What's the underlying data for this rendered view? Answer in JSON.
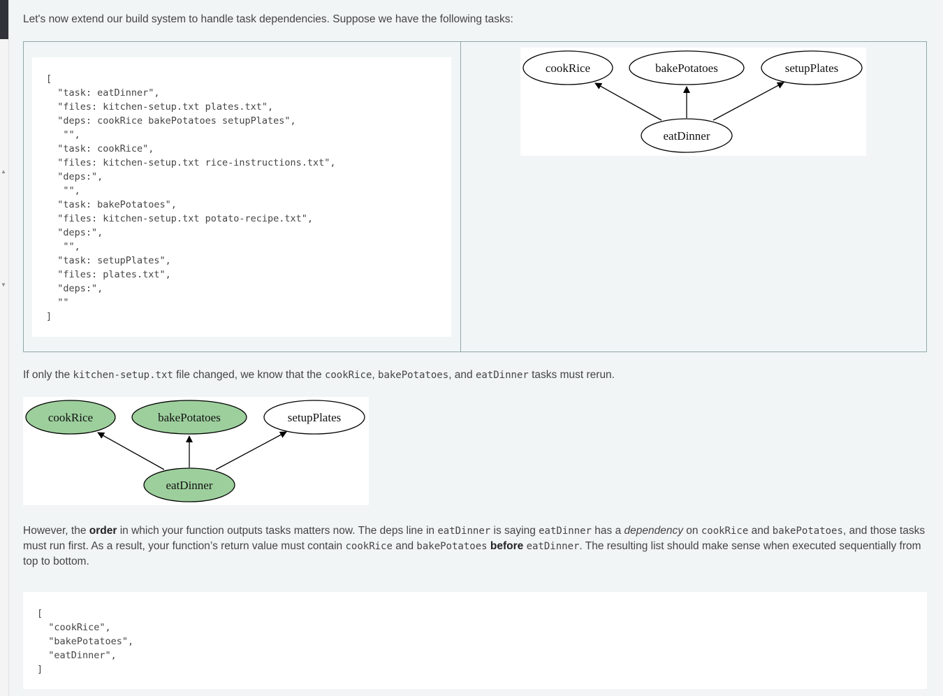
{
  "intro": "Let's now extend our build system to handle task dependencies. Suppose we have the following tasks:",
  "tasks_code": "[\n  \"task: eatDinner\",\n  \"files: kitchen-setup.txt plates.txt\",\n  \"deps: cookRice bakePotatoes setupPlates\",\n   \"\",\n  \"task: cookRice\",\n  \"files: kitchen-setup.txt rice-instructions.txt\",\n  \"deps:\",\n   \"\",\n  \"task: bakePotatoes\",\n  \"files: kitchen-setup.txt potato-recipe.txt\",\n  \"deps:\",\n   \"\",\n  \"task: setupPlates\",\n  \"files: plates.txt\",\n  \"deps:\",\n  \"\"\n]",
  "graph": {
    "nodes": {
      "cookRice": "cookRice",
      "bakePotatoes": "bakePotatoes",
      "setupPlates": "setupPlates",
      "eatDinner": "eatDinner"
    },
    "highlight_color": "#9dcf9d",
    "default_fill": "#ffffff"
  },
  "rerun_paragraph": {
    "part1": "If only the ",
    "file": "kitchen-setup.txt",
    "part2": " file changed, we know that the ",
    "t1": "cookRice",
    "sep1": ", ",
    "t2": "bakePotatoes",
    "sep2": ", and ",
    "t3": "eatDinner",
    "part3": " tasks must rerun."
  },
  "order_paragraph": {
    "s1": "However, the ",
    "order": "order",
    "s2": " in which your function outputs tasks matters now. The deps line in ",
    "c1": "eatDinner",
    "s3": " is saying ",
    "c2": "eatDinner",
    "s4": " has a ",
    "dependency": "dependency",
    "s5": " on ",
    "c3": "cookRice",
    "s6": " and ",
    "c4": "bakePotatoes",
    "s7": ", and those tasks must run first. As a result, your function’s return value must contain ",
    "c5": "cookRice",
    "s8": " and ",
    "c6": "bakePotatoes",
    "s9": " ",
    "before": "before",
    "s10": " ",
    "c7": "eatDinner",
    "s11": ". The resulting list should make sense when executed sequentially from top to bottom."
  },
  "result_code": "[\n  \"cookRice\",\n  \"bakePotatoes\",\n  \"eatDinner\",\n]"
}
